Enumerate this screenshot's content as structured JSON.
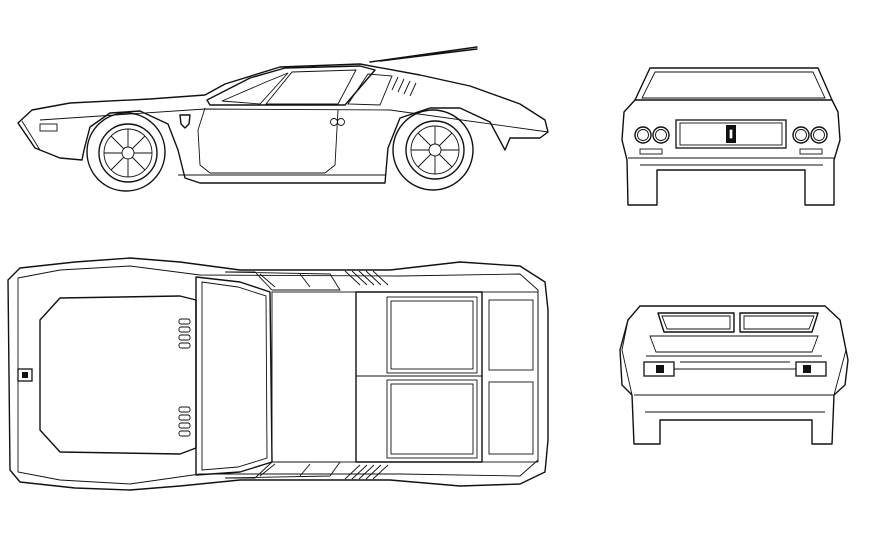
{
  "drawing": {
    "views": [
      {
        "id": "side",
        "name": "side-elevation-view"
      },
      {
        "id": "front",
        "name": "front-elevation-view"
      },
      {
        "id": "top",
        "name": "plan-view"
      },
      {
        "id": "rear",
        "name": "rear-elevation-view"
      }
    ],
    "line_color": "#111111",
    "background": "#ffffff"
  }
}
